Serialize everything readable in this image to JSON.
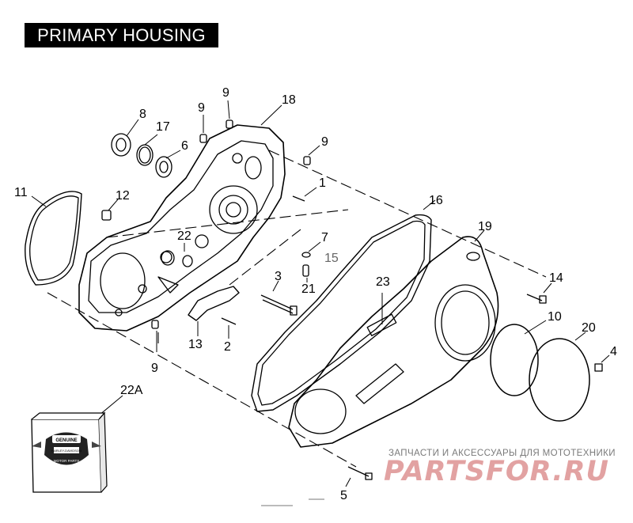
{
  "title": "PRIMARY HOUSING",
  "callouts": [
    "8",
    "9",
    "9",
    "18",
    "17",
    "6",
    "9",
    "1",
    "11",
    "12",
    "16",
    "19",
    "22",
    "7",
    "15",
    "3",
    "21",
    "14",
    "23",
    "10",
    "20",
    "4",
    "13",
    "2",
    "9",
    "22A",
    "5"
  ],
  "watermark": {
    "caption": "ЗАПЧАСТИ И АКСЕССУАРЫ ДЛЯ МОТОТЕХНИКИ",
    "logo": "PARTSFOR.RU"
  },
  "badge": {
    "top": "GENUINE",
    "middle": "HARLEY-DAVIDSON",
    "bottom": "MOTOR PARTS"
  },
  "colors": {
    "ink": "#000000",
    "title_bg": "#000000",
    "watermark": "#e2a2a2"
  }
}
